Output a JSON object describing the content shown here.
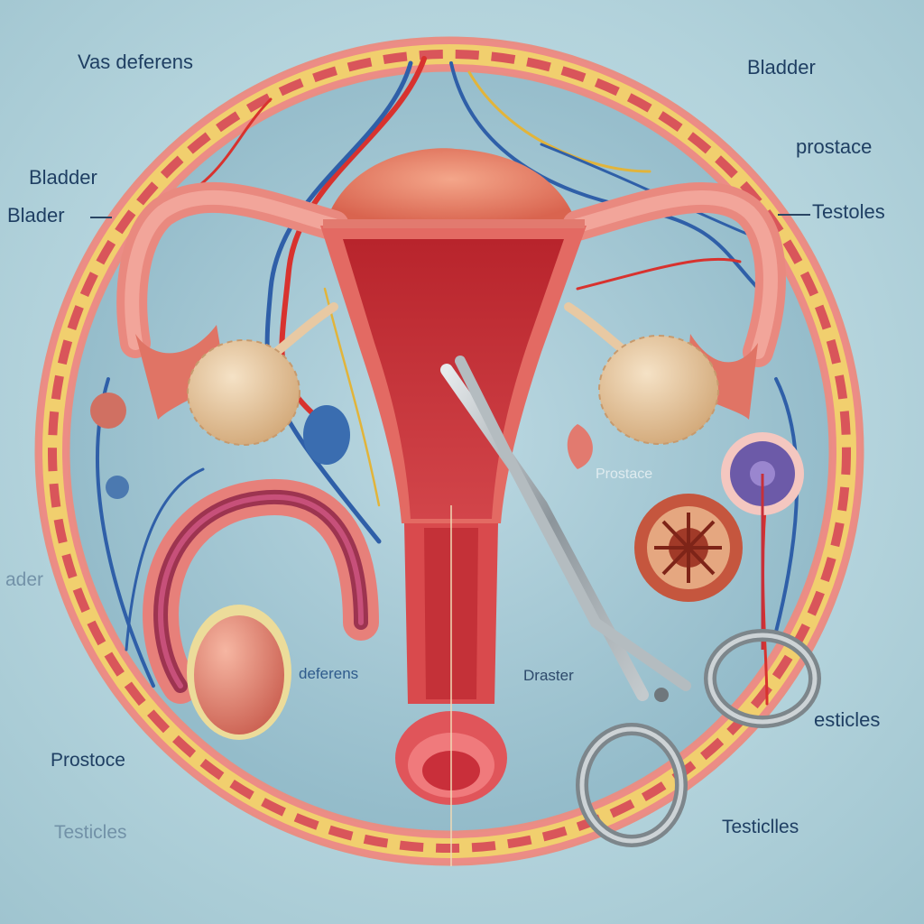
{
  "labels": {
    "top_left": "Vas deferens",
    "top_right": "Bladder",
    "right_upper": "prostace",
    "right_mid": "Testoles",
    "left_upper": "Bladder",
    "left_upper2": "Blader",
    "left_mid": "ader",
    "center_left": "deferens",
    "center_right": "Draster",
    "center_upper_right": "Prostace",
    "right_lower": "esticles",
    "left_lower": "Prostoce",
    "left_bottom": "Testicles",
    "right_bottom": "Testiclles"
  },
  "colors": {
    "background": "#b3d3dc",
    "tissue_red": "#d9555a",
    "tissue_pink": "#ec8c86",
    "fat_yellow": "#f1cf6e",
    "vein_blue": "#2f5fa8",
    "artery_red": "#d8322e",
    "nerve_yellow": "#e2b43a",
    "gland_tan": "#e8c9a3",
    "steel": "#9aa3a8"
  }
}
